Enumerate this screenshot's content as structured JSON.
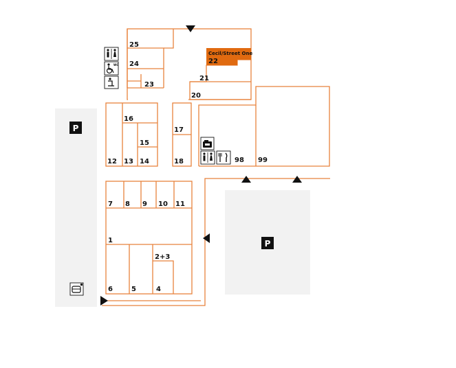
{
  "colors": {
    "outline": "#e8823c",
    "highlight": "#e06a10",
    "parking": "#f2f2f2",
    "marker": "#111111"
  },
  "parking": {
    "label": "P"
  },
  "highlight": {
    "name": "Cecil/Street One",
    "number": "22"
  },
  "units": [
    "25",
    "24",
    "23",
    "21",
    "20",
    "16",
    "15",
    "17",
    "12",
    "13",
    "14",
    "18",
    "98",
    "99",
    "7",
    "8",
    "9",
    "10",
    "11",
    "1",
    "2+3",
    "6",
    "5",
    "4"
  ],
  "icons": [
    "toilets-icon",
    "accessible-wc-icon",
    "baby-change-icon",
    "restroom-icon",
    "atm-icon",
    "restaurant-icon",
    "bus-stop-icon"
  ],
  "accessible_wc_label": "WC"
}
